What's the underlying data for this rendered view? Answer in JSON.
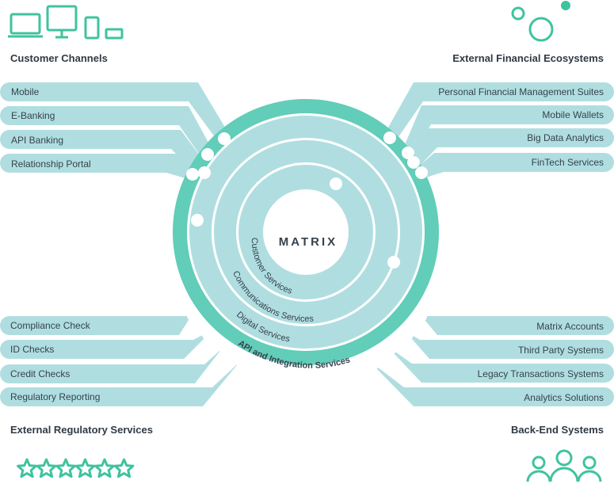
{
  "colors": {
    "teal": "#62cdb8",
    "light": "#b0dee0",
    "white": "#ffffff",
    "text": "#35424d",
    "icon": "#3fc39e"
  },
  "center": {
    "title": "MATRIX"
  },
  "rings": {
    "customer": "Customer Services",
    "communications": "Communications Services",
    "digital": "Digital Services",
    "api": "API and Integration Services"
  },
  "groups": {
    "customer_channels": {
      "heading": "Customer Channels",
      "icon": "devices-icon",
      "items": [
        "Mobile",
        "E-Banking",
        "API Banking",
        "Relationship Portal"
      ]
    },
    "external_financial": {
      "heading": "External Financial Ecosystems",
      "icon": "circles-icon",
      "items": [
        "Personal Financial Management Suites",
        "Mobile Wallets",
        "Big Data Analytics",
        "FinTech Services"
      ]
    },
    "external_regulatory": {
      "heading": "External Regulatory Services",
      "icon": "stars-icon",
      "items": [
        "Compliance Check",
        "ID Checks",
        "Credit Checks",
        "Regulatory Reporting"
      ]
    },
    "back_end": {
      "heading": "Back-End Systems",
      "icon": "people-icon",
      "items": [
        "Matrix Accounts",
        "Third Party Systems",
        "Legacy Transactions Systems",
        "Analytics Solutions"
      ]
    }
  }
}
